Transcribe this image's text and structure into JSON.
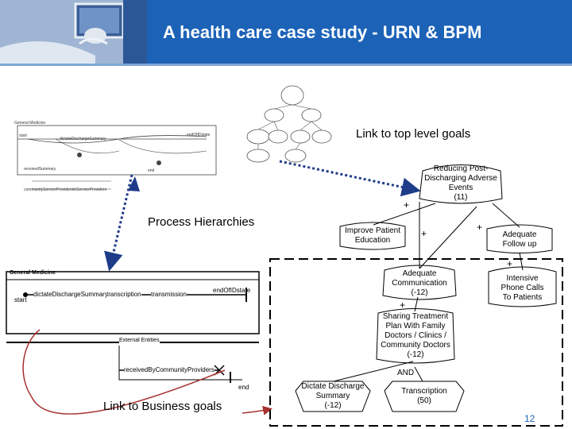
{
  "slide": {
    "title": "A health care case study - URN & BPM",
    "page_number": "12"
  },
  "annotations": {
    "link_top_goals": "Link to top level goals",
    "process_hierarchies": "Process Hierarchies",
    "link_business_goals": "Link to Business goals"
  },
  "process_map": {
    "pool_title": "General Medicine",
    "start": "start",
    "steps": [
      "dictateDischargeSummary",
      "transcription",
      "transmission"
    ],
    "end_state": "endOfIDstate",
    "external_lane": "External Entities",
    "external_step": "receivedByCommunityProviders",
    "end": "end"
  },
  "mini_process": {
    "pool_title": "General Medicine",
    "items": [
      "dictateDischargeSummary",
      "endOfIDstate",
      "start",
      "end",
      "receivedSummary",
      "communityServiceProviders",
      "toServiceProviders"
    ]
  },
  "goals": {
    "top": {
      "lines": [
        "Reducing Post-",
        "Discharging Adverse",
        "Events"
      ],
      "value": "(11)"
    },
    "improve": {
      "lines": [
        "Improve Patient",
        "Education"
      ]
    },
    "followup": {
      "lines": [
        "Adequate",
        "Follow up"
      ]
    },
    "communication": {
      "lines": [
        "Adequate",
        "Communication"
      ],
      "value": "(-12)"
    },
    "phone": {
      "lines": [
        "Intensive",
        "Phone Calls",
        "To Patients"
      ]
    },
    "sharing": {
      "lines": [
        "Sharing Treatment",
        "Plan With Family",
        "Doctors / Clinics /",
        "Community Doctors"
      ],
      "value": "(-12)"
    },
    "and_label": "AND",
    "dictate": {
      "lines": [
        "Dictate Discharge",
        "Summary"
      ],
      "value": "(-12)"
    },
    "transcription": {
      "lines": [
        "Transcription"
      ],
      "value": "(50)"
    }
  },
  "colors": {
    "header": "#1c63b8",
    "dotted_link": "#1f3c8a",
    "red_link": "#a83232"
  }
}
